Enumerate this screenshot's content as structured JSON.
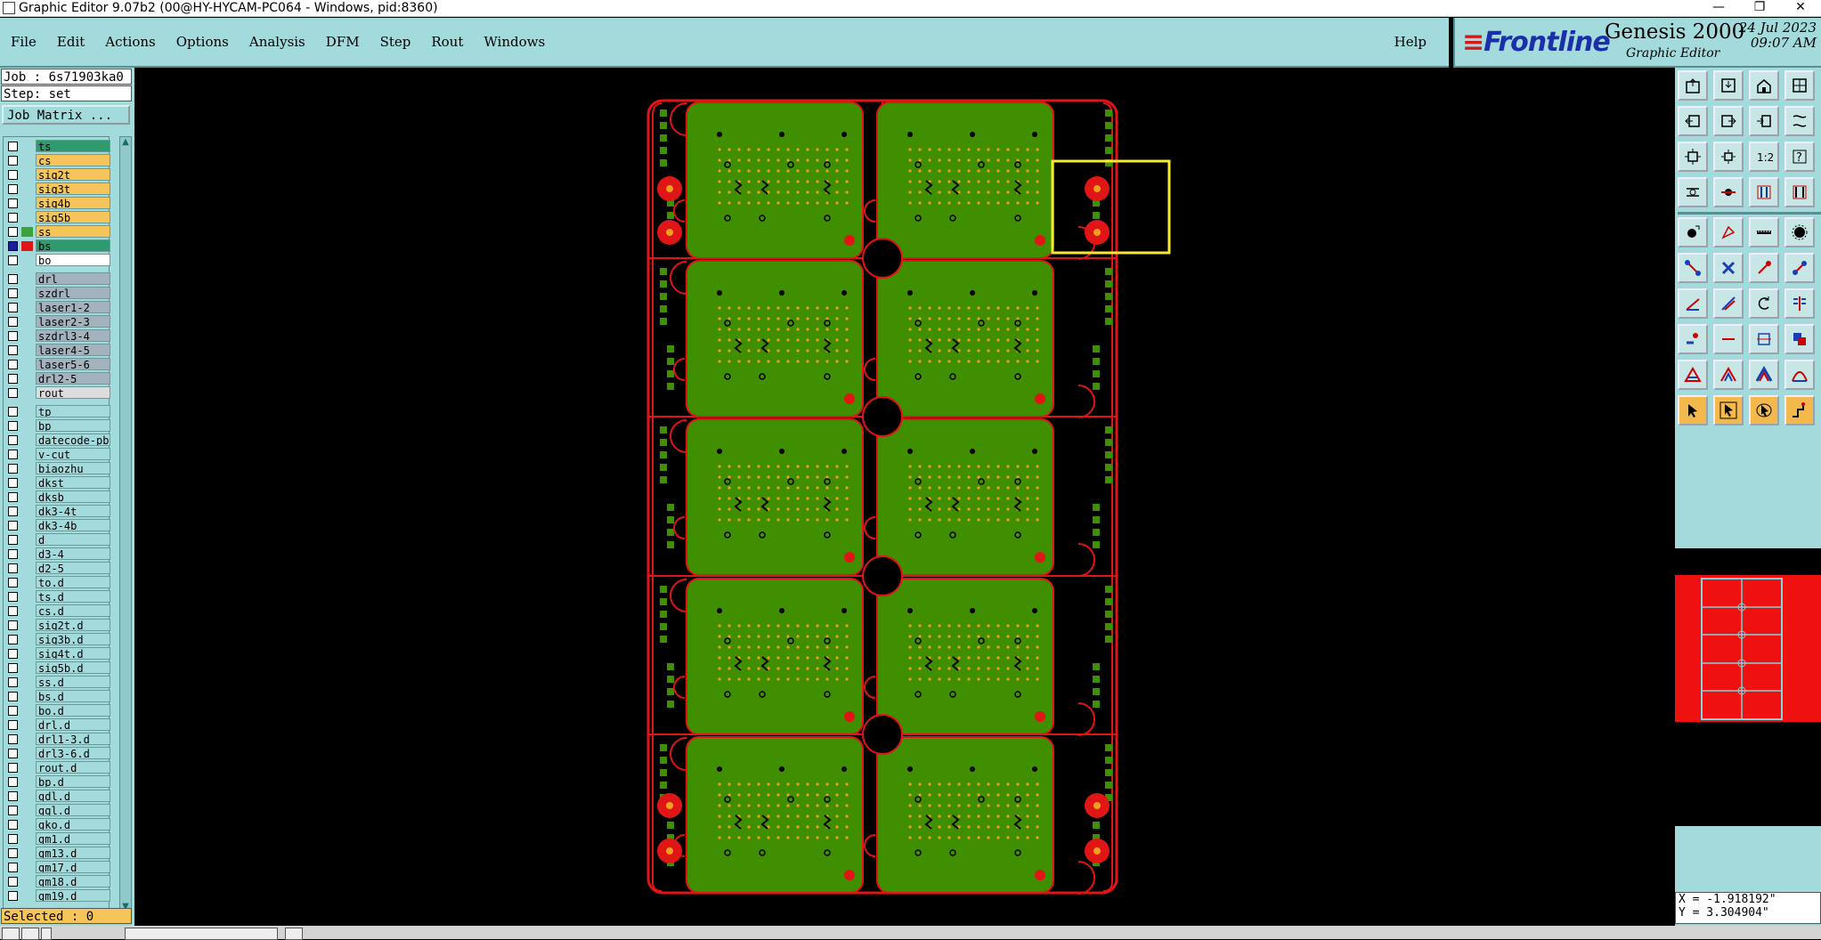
{
  "window": {
    "title": "Graphic Editor 9.07b2 (00@HY-HYCAM-PC064 - Windows, pid:8360)",
    "buttons": [
      "—",
      "❐",
      "✕"
    ]
  },
  "menu": [
    "File",
    "Edit",
    "Actions",
    "Options",
    "Analysis",
    "DFM",
    "Step",
    "Rout",
    "Windows"
  ],
  "help_label": "Help",
  "brand": {
    "logo": "Frontline",
    "product": "Genesis 2000",
    "subtitle": "Graphic Editor",
    "date": "24 Jul 2023",
    "time": "09:07 AM"
  },
  "job": {
    "job_line": "Job : 6s71903ka0",
    "step_line": "Step: set",
    "matrix_button": "Job Matrix ..."
  },
  "layers": [
    {
      "name": "ts",
      "color": "#2e9a6e",
      "swatch": ""
    },
    {
      "name": "cs",
      "color": "#f6c55a",
      "swatch": ""
    },
    {
      "name": "sig2t",
      "color": "#f6c55a",
      "swatch": ""
    },
    {
      "name": "sig3t",
      "color": "#f6c55a",
      "swatch": ""
    },
    {
      "name": "sig4b",
      "color": "#f6c55a",
      "swatch": ""
    },
    {
      "name": "sig5b",
      "color": "#f6c55a",
      "swatch": ""
    },
    {
      "name": "ss",
      "color": "#f6c55a",
      "swatch": "#3ca33c"
    },
    {
      "name": "bs",
      "color": "#2e9a6e",
      "swatch": "#e01515",
      "selected": true
    },
    {
      "name": "bo",
      "color": "#ffffff",
      "swatch": ""
    },
    {
      "name": "drl",
      "color": "#a4b2bd",
      "swatch": "",
      "gap": true
    },
    {
      "name": "szdrl",
      "color": "#a4b2bd",
      "swatch": ""
    },
    {
      "name": "laser1-2",
      "color": "#a4b2bd",
      "swatch": ""
    },
    {
      "name": "laser2-3",
      "color": "#a4b2bd",
      "swatch": ""
    },
    {
      "name": "szdrl3-4",
      "color": "#a4b2bd",
      "swatch": ""
    },
    {
      "name": "laser4-5",
      "color": "#a4b2bd",
      "swatch": ""
    },
    {
      "name": "laser5-6",
      "color": "#a4b2bd",
      "swatch": ""
    },
    {
      "name": "drl2-5",
      "color": "#a4b2bd",
      "swatch": ""
    },
    {
      "name": "rout",
      "color": "#dcdcdc",
      "swatch": ""
    },
    {
      "name": "tp",
      "color": "#a3dbdc",
      "swatch": "",
      "gap": true
    },
    {
      "name": "bp",
      "color": "#a3dbdc",
      "swatch": ""
    },
    {
      "name": "datecode-pbe",
      "color": "#a3dbdc",
      "swatch": ""
    },
    {
      "name": "v-cut",
      "color": "#a3dbdc",
      "swatch": ""
    },
    {
      "name": "biaozhu",
      "color": "#a3dbdc",
      "swatch": ""
    },
    {
      "name": "dkst",
      "color": "#a3dbdc",
      "swatch": ""
    },
    {
      "name": "dksb",
      "color": "#a3dbdc",
      "swatch": ""
    },
    {
      "name": "dk3-4t",
      "color": "#a3dbdc",
      "swatch": ""
    },
    {
      "name": "dk3-4b",
      "color": "#a3dbdc",
      "swatch": ""
    },
    {
      "name": "d",
      "color": "#a3dbdc",
      "swatch": ""
    },
    {
      "name": "d3-4",
      "color": "#a3dbdc",
      "swatch": ""
    },
    {
      "name": "d2-5",
      "color": "#a3dbdc",
      "swatch": ""
    },
    {
      "name": "to.d",
      "color": "#a3dbdc",
      "swatch": ""
    },
    {
      "name": "ts.d",
      "color": "#a3dbdc",
      "swatch": ""
    },
    {
      "name": "cs.d",
      "color": "#a3dbdc",
      "swatch": ""
    },
    {
      "name": "sig2t.d",
      "color": "#a3dbdc",
      "swatch": ""
    },
    {
      "name": "sig3b.d",
      "color": "#a3dbdc",
      "swatch": ""
    },
    {
      "name": "sig4t.d",
      "color": "#a3dbdc",
      "swatch": ""
    },
    {
      "name": "sig5b.d",
      "color": "#a3dbdc",
      "swatch": ""
    },
    {
      "name": "ss.d",
      "color": "#a3dbdc",
      "swatch": ""
    },
    {
      "name": "bs.d",
      "color": "#a3dbdc",
      "swatch": ""
    },
    {
      "name": "bo.d",
      "color": "#a3dbdc",
      "swatch": ""
    },
    {
      "name": "drl.d",
      "color": "#a3dbdc",
      "swatch": ""
    },
    {
      "name": "drl1-3.d",
      "color": "#a3dbdc",
      "swatch": ""
    },
    {
      "name": "drl3-6.d",
      "color": "#a3dbdc",
      "swatch": ""
    },
    {
      "name": "rout.d",
      "color": "#a3dbdc",
      "swatch": ""
    },
    {
      "name": "bp.d",
      "color": "#a3dbdc",
      "swatch": ""
    },
    {
      "name": "gdl.d",
      "color": "#a3dbdc",
      "swatch": ""
    },
    {
      "name": "ggl.d",
      "color": "#a3dbdc",
      "swatch": ""
    },
    {
      "name": "gko.d",
      "color": "#a3dbdc",
      "swatch": ""
    },
    {
      "name": "gm1.d",
      "color": "#a3dbdc",
      "swatch": ""
    },
    {
      "name": "gm13.d",
      "color": "#a3dbdc",
      "swatch": ""
    },
    {
      "name": "gm17.d",
      "color": "#a3dbdc",
      "swatch": ""
    },
    {
      "name": "gm18.d",
      "color": "#a3dbdc",
      "swatch": ""
    },
    {
      "name": "gm19.d",
      "color": "#a3dbdc",
      "swatch": ""
    }
  ],
  "selected_status": "Selected : 0",
  "coords": {
    "x": "X = -1.918192\"",
    "y": "Y = 3.304904\""
  },
  "toolbar": [
    "open-icon",
    "save-icon",
    "home-icon",
    "layout-icon",
    "back-icon",
    "forward-icon",
    "zoom-in-icon",
    "snap-icon",
    "zoom-fit-icon",
    "zoom-all-icon",
    "scale-icon",
    "help-icon",
    "measure-icon",
    "connector-icon",
    "swap-icon",
    "align-icon",
    "add-pad-icon",
    "edit-shape-icon",
    "ruler-icon",
    "circle-icon",
    "move-icon",
    "delete-icon",
    "copy-icon",
    "stretch-icon",
    "draw-line-icon",
    "draw-arc-icon",
    "rotate-icon",
    "mirror-icon",
    "pad-to-line-icon",
    "cut-icon",
    "break-icon",
    "group-icon",
    "text-icon",
    "contour-icon",
    "fill-icon",
    "arc-fill-icon",
    "select-pointer-icon",
    "select-add-icon",
    "select-lasso-icon",
    "select-route-icon"
  ],
  "colors": {
    "panel": "#a3dbdc",
    "board": "#3f8f00",
    "outline": "#e01515",
    "highlight": "#f6e92f",
    "pad": "#f0a020"
  }
}
